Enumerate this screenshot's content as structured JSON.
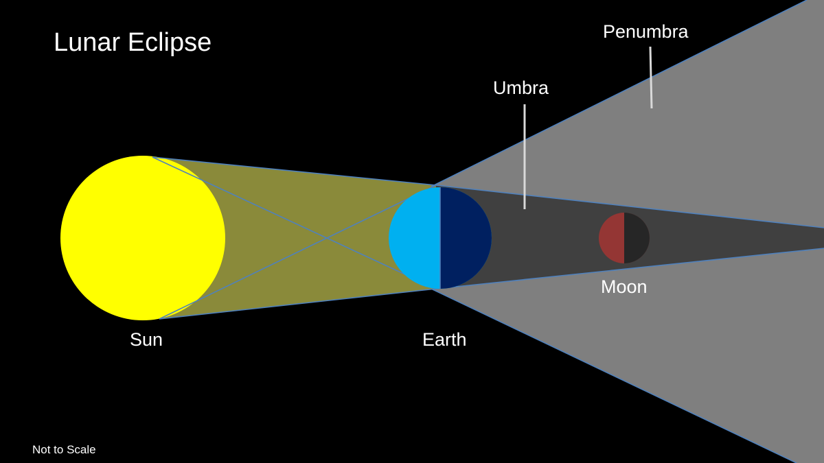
{
  "title": "Lunar Eclipse",
  "labels": {
    "sun": "Sun",
    "earth": "Earth",
    "moon": "Moon",
    "umbra": "Umbra",
    "penumbra": "Penumbra"
  },
  "footnote": "Not to Scale",
  "colors": {
    "background": "#000000",
    "sun": "#ffff00",
    "sunlight_cone": "#8a8a3a",
    "earth_lit": "#00b0f0",
    "earth_dark": "#002060",
    "umbra": "#404040",
    "penumbra": "#7f7f7f",
    "moon_lit": "#943634",
    "moon_dark": "#262626",
    "ray_lines": "#4f81bd",
    "pointer_lines": "#d9d9d9",
    "text": "#ffffff"
  }
}
